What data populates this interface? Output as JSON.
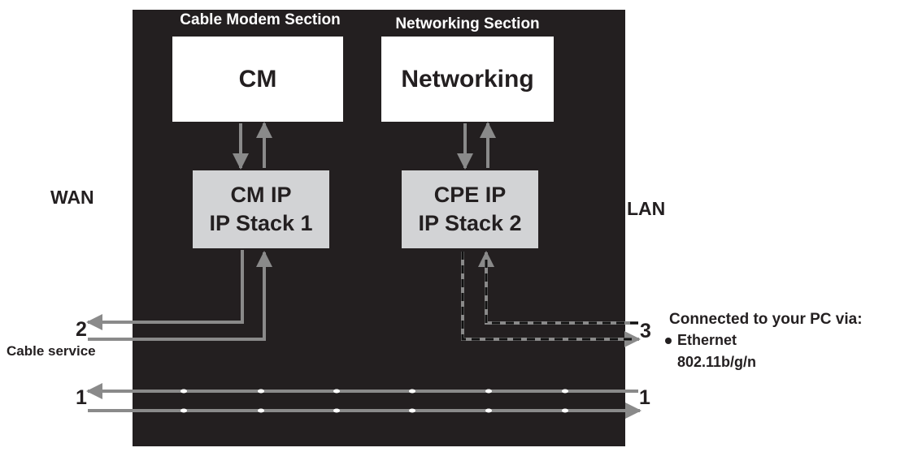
{
  "diagram": {
    "sections": {
      "cable_modem": "Cable Modem Section",
      "networking": "Networking Section"
    },
    "boxes": {
      "cm": "CM",
      "networking": "Networking",
      "cm_ip_line1": "CM IP",
      "cm_ip_line2": "IP Stack 1",
      "cpe_ip_line1": "CPE IP",
      "cpe_ip_line2": "IP Stack 2"
    },
    "sides": {
      "wan": "WAN",
      "lan": "LAN"
    },
    "ports": {
      "port2": "2",
      "cable_service": "Cable service",
      "port3": "3",
      "port1_left": "1",
      "port1_right": "1"
    },
    "pc_connection": {
      "title": "Connected to your PC via:",
      "option1": "Ethernet",
      "option2": "802.11b/g/n"
    },
    "colors": {
      "panel": "#231f20",
      "arrow": "#8a8a8a",
      "box_gray": "#d2d3d5"
    }
  }
}
